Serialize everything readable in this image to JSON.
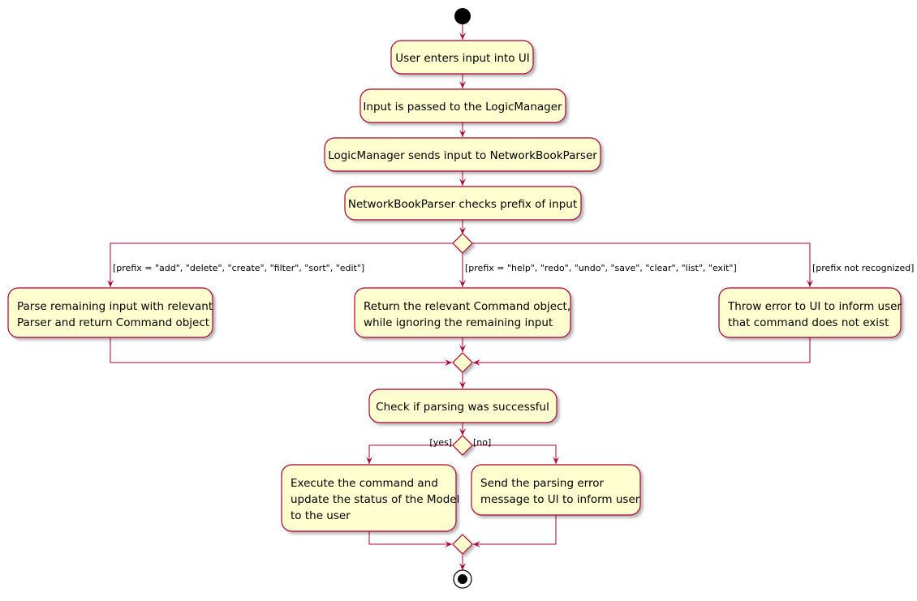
{
  "colors": {
    "line": "#A80036",
    "activity_fill": "#FEFECE",
    "diamond_fill": "#FEFECE",
    "node_fill": "#000000"
  },
  "activities": {
    "a1": [
      "User enters input into UI"
    ],
    "a2": [
      "Input is passed to the LogicManager"
    ],
    "a3": [
      "LogicManager sends input to NetworkBookParser"
    ],
    "a4": [
      "NetworkBookParser checks prefix of input"
    ],
    "b1": [
      "Parse remaining input with relevant",
      "Parser and return Command object"
    ],
    "b2": [
      "Return the relevant Command object,",
      "while ignoring the remaining input"
    ],
    "b3": [
      "Throw error to UI to inform user",
      "that command does not exist"
    ],
    "c1": [
      "Check if parsing was successful"
    ],
    "d1": [
      "Execute the command and",
      "update the status of the Model",
      "to the user"
    ],
    "d2": [
      "Send the parsing error",
      "message to UI to inform user"
    ]
  },
  "guards": {
    "g1": "[prefix = \"add\", \"delete\", \"create\", \"filter\", \"sort\", \"edit\"]",
    "g2": "[prefix = \"help\", \"redo\", \"undo\", \"save\", \"clear\", \"list\", \"exit\"]",
    "g3": "[prefix not recognized]",
    "yes": "[yes]",
    "no": "[no]"
  }
}
